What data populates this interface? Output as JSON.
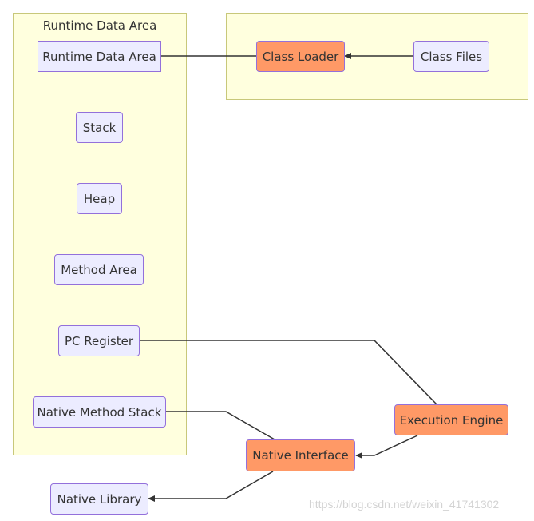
{
  "clusters": {
    "runtime": {
      "title": "Runtime Data Area"
    },
    "loader": {
      "title": ""
    }
  },
  "nodes": {
    "runtime_data_area": "Runtime Data Area",
    "class_loader": "Class Loader",
    "class_files": "Class Files",
    "stack": "Stack",
    "heap": "Heap",
    "method_area": "Method Area",
    "pc_register": "PC Register",
    "native_method_stack": "Native Method Stack",
    "execution_engine": "Execution Engine",
    "native_interface": "Native Interface",
    "native_library": "Native Library"
  },
  "edges": [
    {
      "from": "class_files",
      "to": "class_loader",
      "arrow": true
    },
    {
      "from": "class_loader",
      "to": "runtime_data_area",
      "arrow": false
    },
    {
      "from": "pc_register",
      "to": "execution_engine",
      "arrow": false
    },
    {
      "from": "execution_engine",
      "to": "native_interface",
      "arrow": true
    },
    {
      "from": "native_method_stack",
      "to": "native_interface",
      "arrow": false
    },
    {
      "from": "native_interface",
      "to": "native_library",
      "arrow": true
    }
  ],
  "colors": {
    "cluster_fill": "#ffffde",
    "cluster_border": "#c8c87a",
    "node_fill": "#ececff",
    "node_border": "#9370db",
    "highlight_fill": "#ff9966",
    "edge": "#333333"
  },
  "watermark": "https://blog.csdn.net/weixin_41741302"
}
